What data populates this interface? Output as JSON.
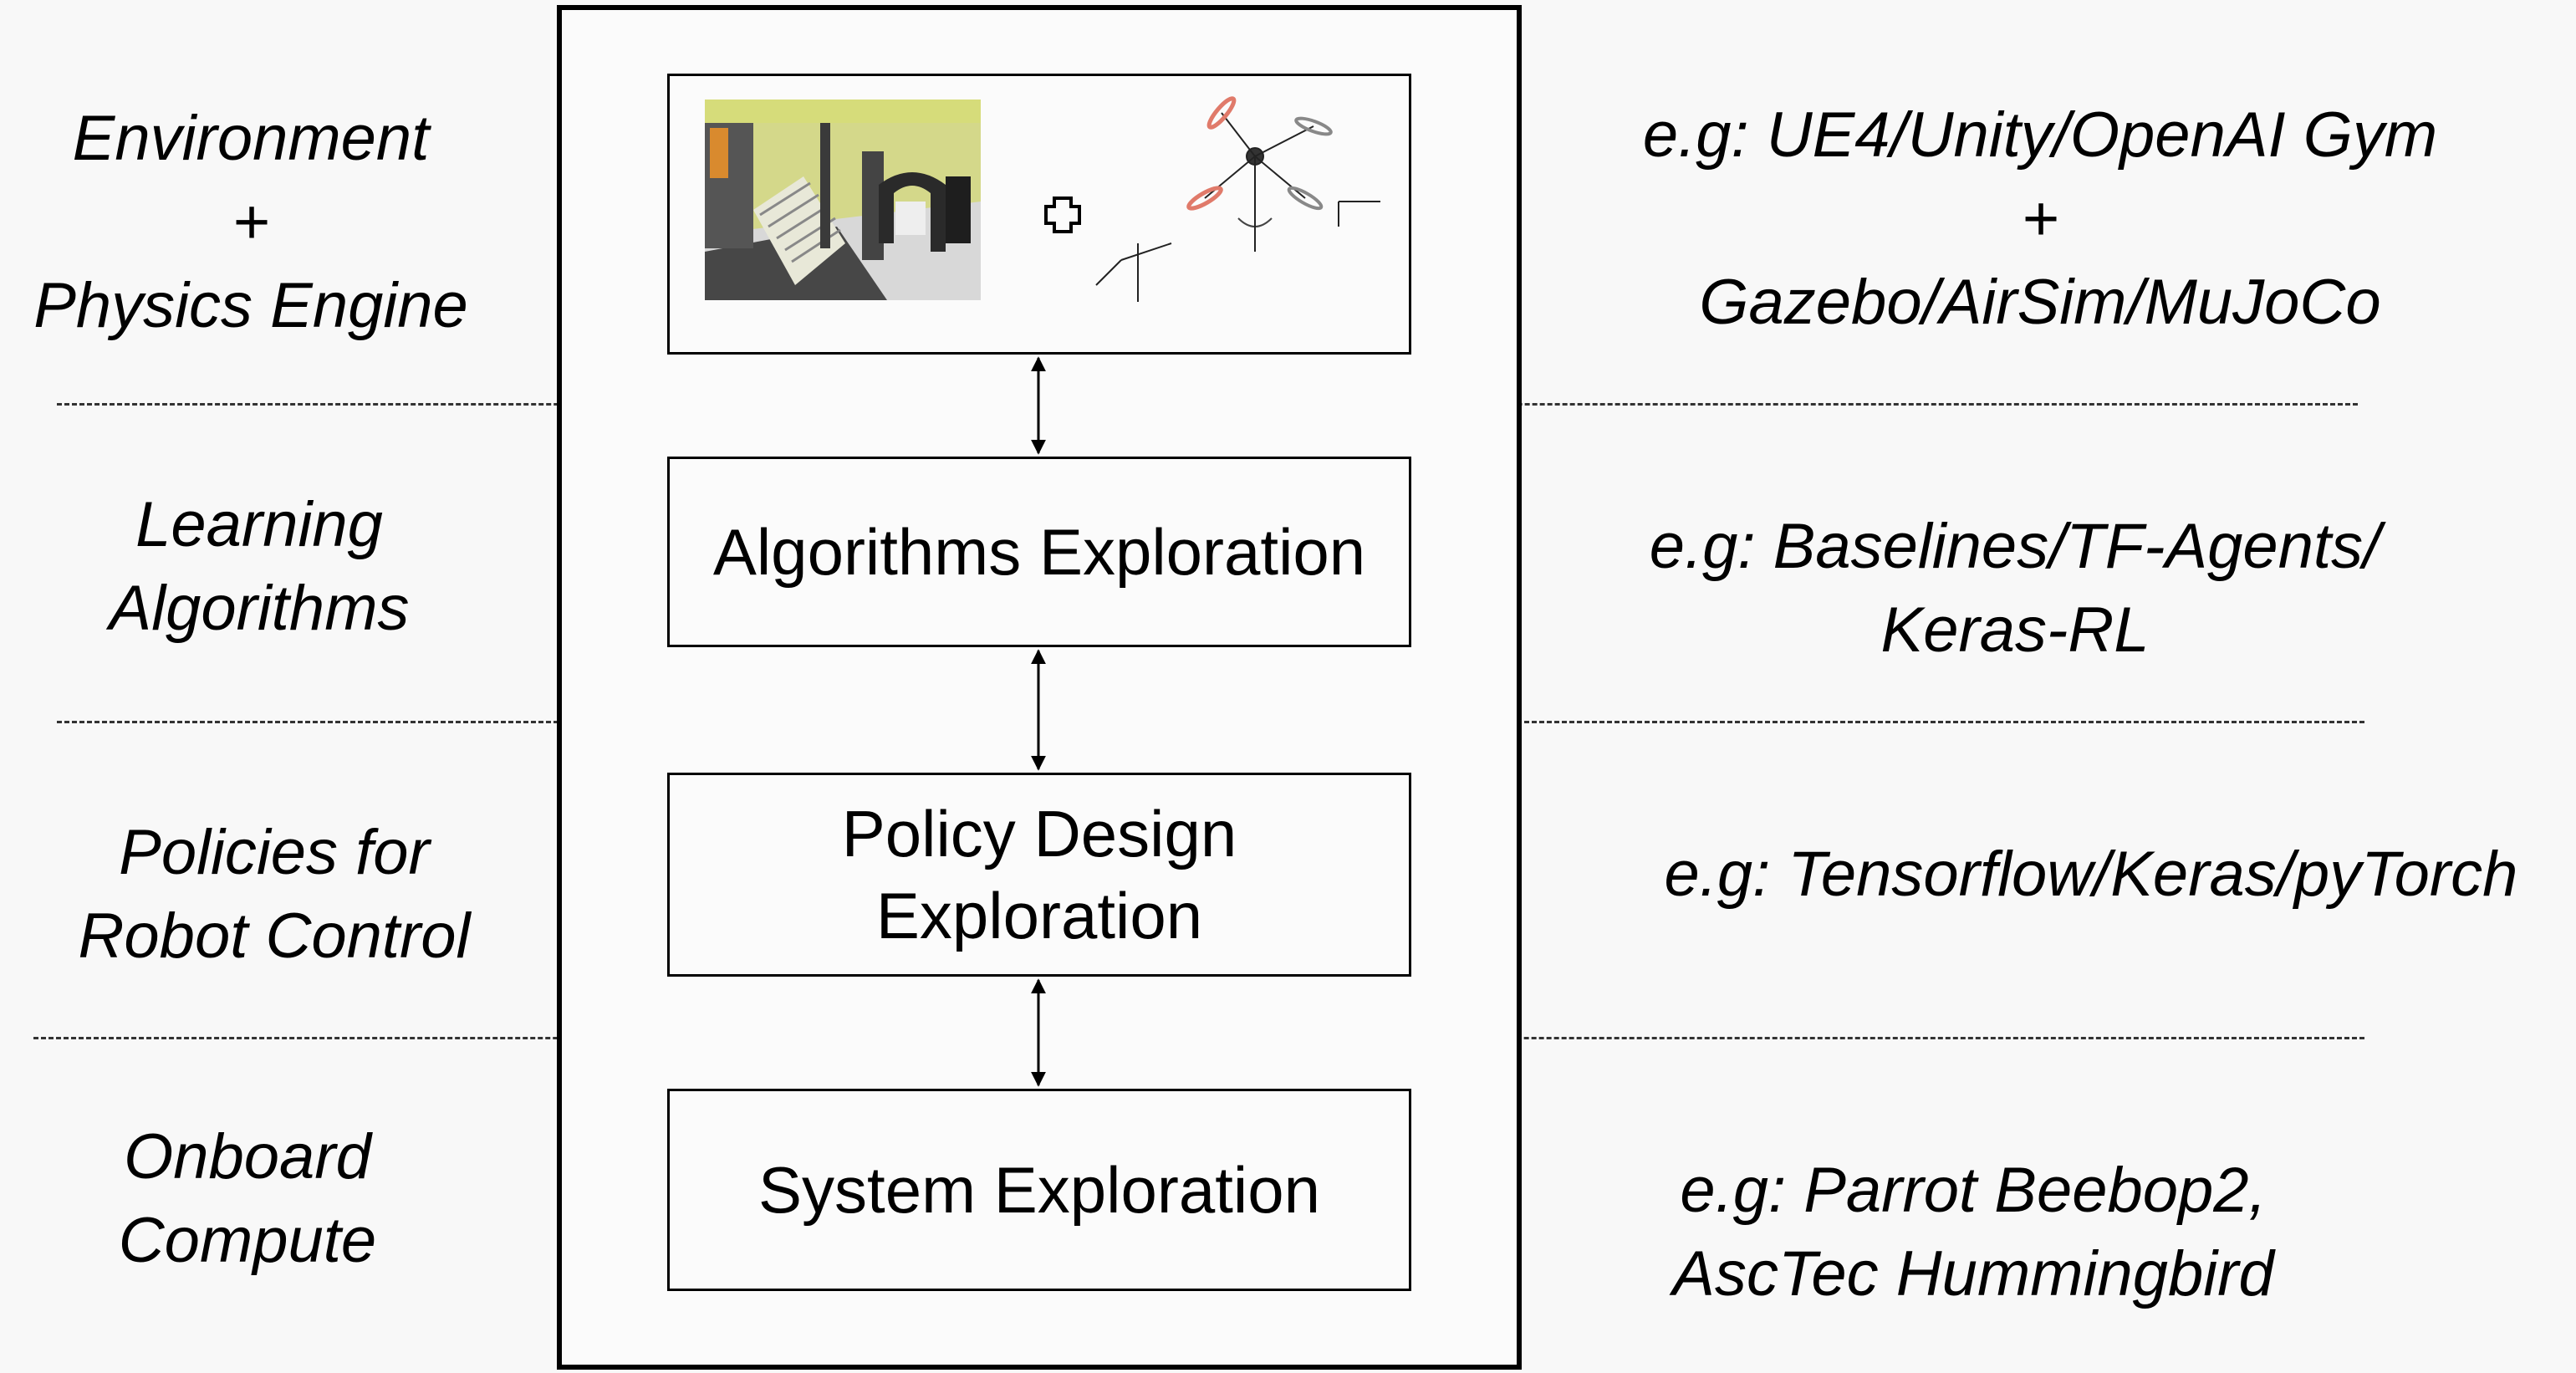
{
  "left_labels": {
    "environment": [
      "Environment",
      "+",
      "Physics Engine"
    ],
    "learning": [
      "Learning",
      "Algorithms"
    ],
    "policies": [
      "Policies for",
      "Robot Control"
    ],
    "onboard": [
      "Onboard",
      "Compute"
    ]
  },
  "stages": {
    "algorithms": [
      "Algorithms Exploration"
    ],
    "policy": [
      "Policy Design",
      "Exploration"
    ],
    "system": [
      "System Exploration"
    ]
  },
  "right_labels": {
    "environment": [
      "e.g: UE4/Unity/OpenAI Gym",
      "+",
      "Gazebo/AirSim/MuJoCo"
    ],
    "learning": [
      "e.g: Baselines/TF-Agents/",
      "Keras-RL"
    ],
    "policies": [
      "e.g: Tensorflow/Keras/pyTorch"
    ],
    "onboard": [
      "e.g: Parrot Beebop2,",
      "AscTec Hummingbird"
    ]
  },
  "icons": {
    "env_screenshot": "simulation-scene-thumbnail",
    "plus": "plus-outline-icon",
    "drone": "quadrotor-diagram-icon"
  },
  "colors": {
    "background": "#f8f8f8",
    "frame": "#000000",
    "dashed": "#333333",
    "scene_green": "#c9d15a"
  }
}
